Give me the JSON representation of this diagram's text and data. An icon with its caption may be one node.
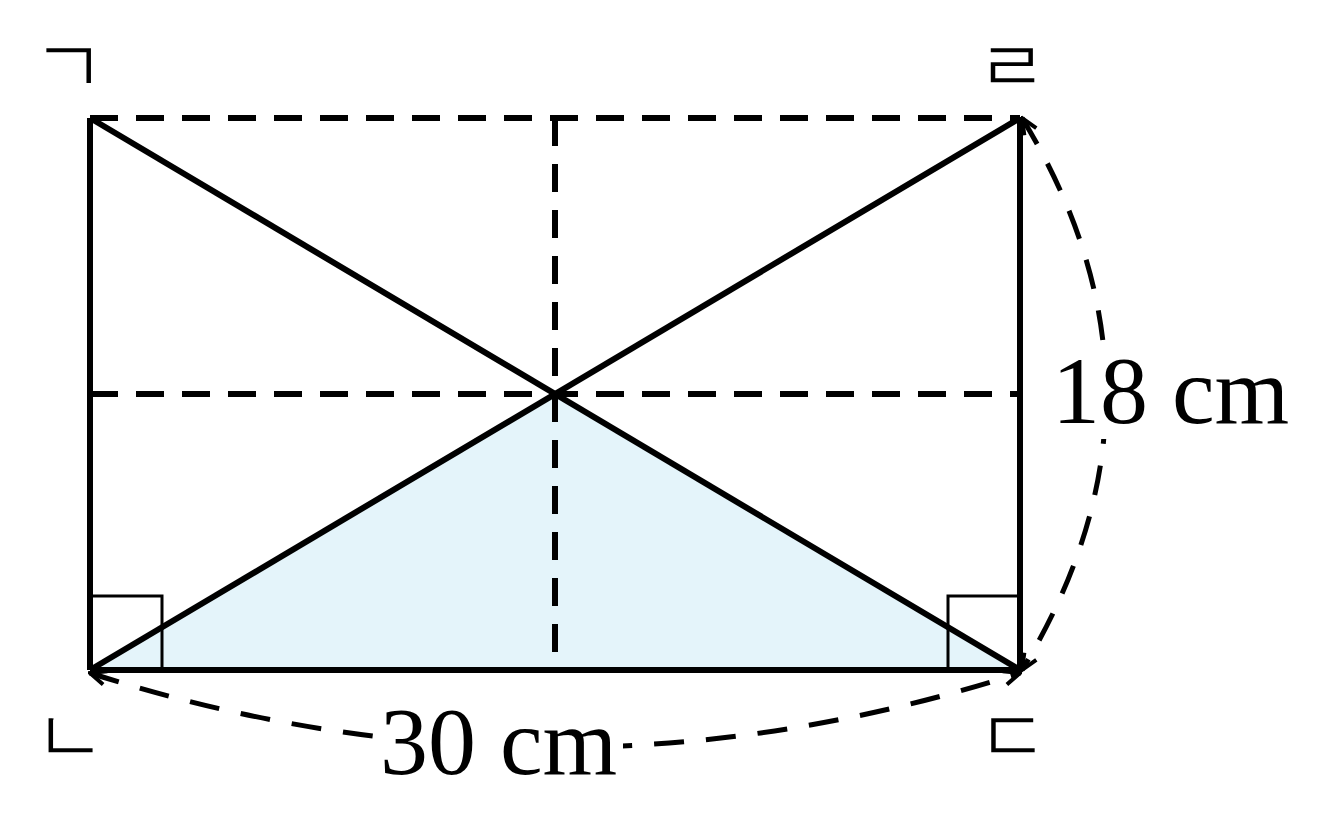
{
  "diagram": {
    "labels": [
      "ㄱ",
      "ㄹ",
      "18 cm",
      "ㄴ",
      "30 cm",
      "ㄷ"
    ]
  }
}
